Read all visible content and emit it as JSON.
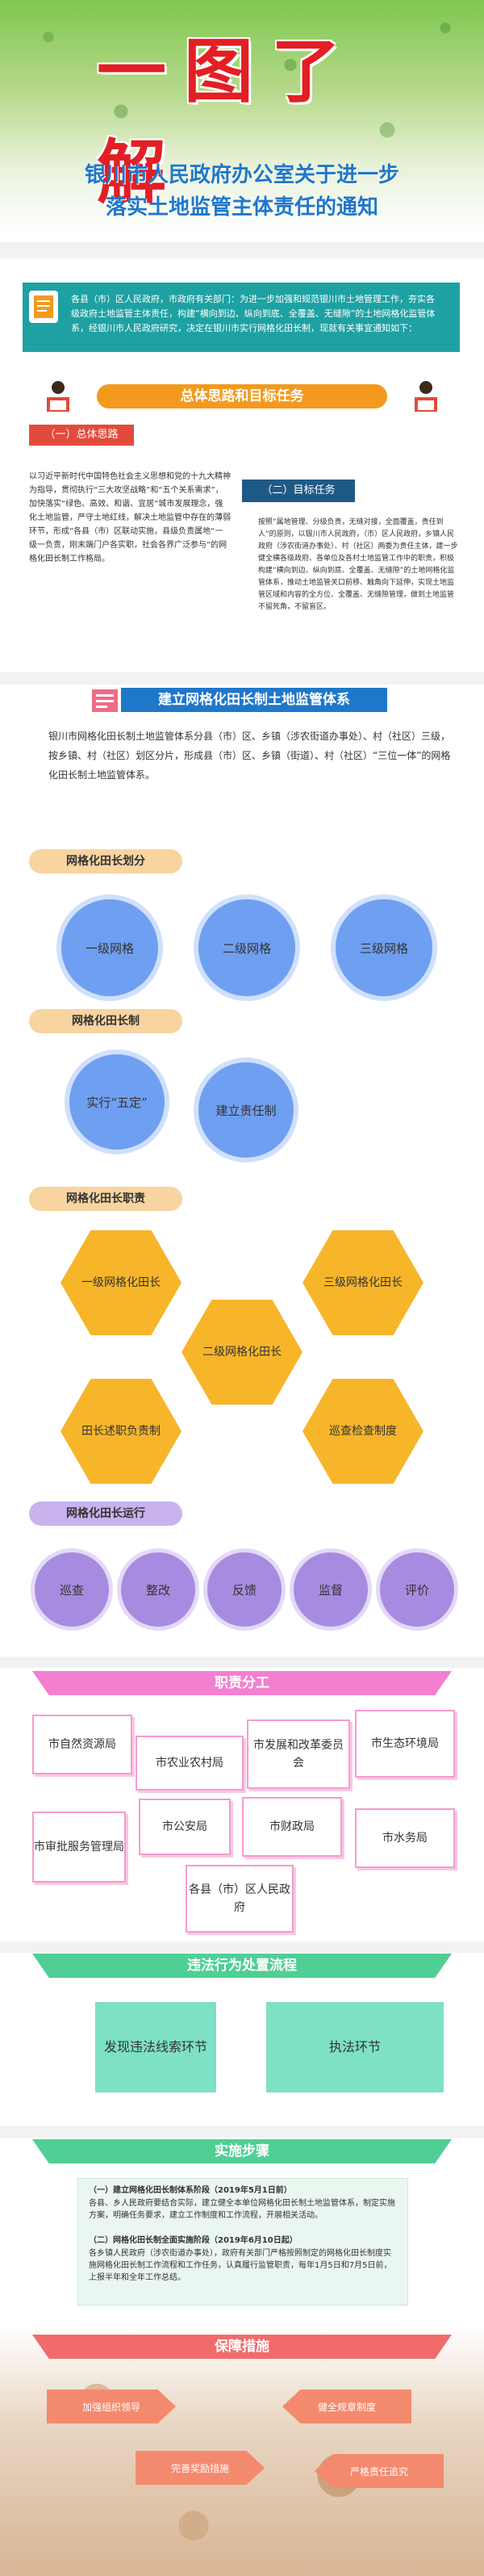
{
  "hero": {
    "title": "一图了解",
    "subtitle_1": "银川市人民政府办公室关于进一步",
    "subtitle_2": "落实土地监管主体责任的通知"
  },
  "intro": {
    "text": "各县（市）区人民政府，市政府有关部门：为进一步加强和规范银川市土地管理工作，夯实各级政府土地监管主体责任，构建“横向到边、纵向到底、全覆盖、无缝隙”的土地网格化监管体系，经银川市人民政府研究，决定在银川市实行网格化田长制，现就有关事宜通知如下："
  },
  "section1": {
    "title": "总体思路和目标任务",
    "sub1": "（一）总体思路",
    "sub1_text": "以习近平新时代中国特色社会主义思想和党的十九大精神为指导，贯彻执行“三大攻坚战略”和“五个关系需求”，加快落实“绿色、高效、和谐、宜居”城市发展理念，强化土地监管，严守土地红线，解决土地监管中存在的薄弱环节，形成“各县（市）区联动实施，县级负责属地“一级一负责，刚末端门户各实职，社会各界广泛参与”的网格化田长制工作格局。",
    "sub2": "（二）目标任务",
    "sub2_text": "按照“属地管理、分级负责，无缝对接，全面覆盖，责任到人”的原则，以银川市人民政府，（市）区人民政府，乡镇人民政府（涉农街道办事处）、村（社区）两委为责任主体，建一步健全横各级政府、各单位及各村土地监管工作中的职责，积极构建“横向到边、纵向到底、全覆盖、无缝隙”的土地网格化监管体系，推动土地监管关口前移、触角向下延伸，实现土地监管区域和内容的全方位、全覆盖、无缝隙管理，做到土地监管不留死角，不留盲区。"
  },
  "section2": {
    "title": "建立网格化田长制土地监管体系",
    "text": "银川市网格化田长制土地监管体系分县（市）区、乡镇（涉农街道办事处）、村（社区）三级，按乡镇、村（社区）划区分片，形成县（市）区、乡镇（街道）、村（社区）“三位一体”的网格化田长制土地监管体系。"
  },
  "division": {
    "title": "网格化田长划分",
    "items": [
      "一级网格",
      "二级网格",
      "三级网格"
    ]
  },
  "system": {
    "title": "网格化田长制",
    "items": [
      "实行“五定”",
      "建立责任制"
    ]
  },
  "duties": {
    "title": "网格化田长职责",
    "items": [
      "一级网格化田长",
      "二级网格化田长",
      "三级网格化田长",
      "田长述职负责制",
      "巡查检查制度"
    ]
  },
  "operation": {
    "title": "网格化田长运行",
    "items": [
      "巡查",
      "整改",
      "反馈",
      "监督",
      "评价"
    ]
  },
  "responsibility": {
    "title": "职责分工",
    "items": [
      "市自然资源局",
      "市农业农村局",
      "市发展和改革委员会",
      "市生态环境局",
      "市审批服务管理局",
      "市公安局",
      "市财政局",
      "市水务局",
      "各县（市）区人民政府"
    ]
  },
  "violation": {
    "title": "违法行为处置流程",
    "items": [
      "发现违法线索环节",
      "执法环节"
    ]
  },
  "steps": {
    "title": "实施步骤",
    "p1": "（一）建立网格化田长制体系阶段（2019年5月1日前）",
    "p1_text": "各县、乡人民政府要结合实际，建立健全本单位网格化田长制土地监管体系，制定实施方案，明确任务要求，建立工作制度和工作流程，开展相关活动。",
    "p2": "（二）网格化田长制全面实施阶段（2019年6月10日起）",
    "p2_text": "各乡镇人民政府（涉农街道办事处），政府有关部门严格按照制定的网格化田长制度实施网格化田长制工作流程和工作任务，认真履行监管职责，每年1月5日和7月5日前，上报半年和全年工作总结。"
  },
  "guarantee": {
    "title": "保障措施",
    "items": [
      "加强组织领导",
      "健全规章制度",
      "完善奖励措施",
      "严格责任追究"
    ]
  },
  "colors": {
    "accent_red": "#e21f24",
    "subtitle_blue": "#1f77c9",
    "intro_teal": "#1ea1a3",
    "orange": "#f39a1e",
    "pink": "#f37fd0",
    "green": "#4fcf95",
    "red_bar": "#f16b6b"
  }
}
